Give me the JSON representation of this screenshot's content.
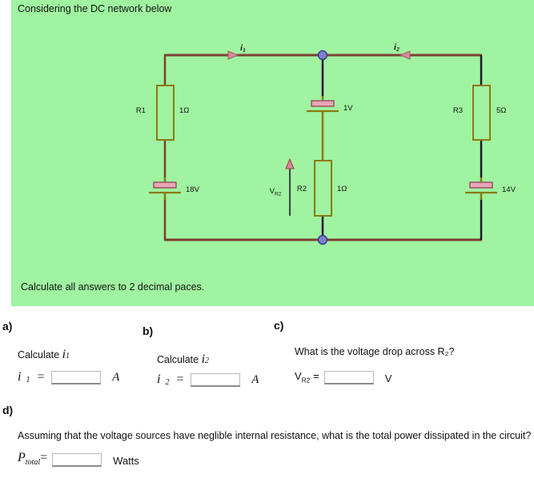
{
  "problem": {
    "intro": "Considering the DC network below",
    "note": "Calculate all answers to 2 decimal paces.",
    "panel_color": "#a0f3a0"
  },
  "circuit": {
    "wire_color": "#7b3f33",
    "component_color": "#8a7a14",
    "node_color": "#7b7fd0",
    "arrow_color": "#d98a9a",
    "components": [
      {
        "name": "R1",
        "label": "R1",
        "value": "1Ω",
        "type": "resistor"
      },
      {
        "name": "R2",
        "label": "R2",
        "value": "1Ω",
        "type": "resistor"
      },
      {
        "name": "R3",
        "label": "R3",
        "value": "5Ω",
        "type": "resistor"
      },
      {
        "name": "V1",
        "label": "18V",
        "value": "18V",
        "type": "battery"
      },
      {
        "name": "V2",
        "label": "1V",
        "value": "1V",
        "type": "battery"
      },
      {
        "name": "V3",
        "label": "14V",
        "value": "14V",
        "type": "battery"
      }
    ],
    "currents": [
      {
        "name": "i1",
        "label": "i",
        "sub": "1",
        "direction": "right"
      },
      {
        "name": "i2",
        "label": "i",
        "sub": "2",
        "direction": "left"
      }
    ],
    "voltage_arrow": {
      "name": "VR2",
      "label": "V",
      "sub": "R2",
      "direction": "up"
    }
  },
  "questions": [
    {
      "letter": "a)",
      "prompt_prefix": "Calculate ",
      "prompt_var": "i",
      "prompt_sub": "1",
      "answer_var": "i",
      "answer_sub": "1",
      "equals": "=",
      "value": "",
      "placeholder": "",
      "unit": "A"
    },
    {
      "letter": "b)",
      "prompt_prefix": "Calculate ",
      "prompt_var": "i",
      "prompt_sub": "2",
      "answer_var": "i",
      "answer_sub": "2",
      "equals": "=",
      "value": "",
      "placeholder": "",
      "unit": "A"
    },
    {
      "letter": "c)",
      "prompt_full": "What is the voltage drop across R₂?",
      "answer_var": "V",
      "answer_sub": "R2",
      "equals": "=",
      "value": "",
      "placeholder": "",
      "unit": "V"
    },
    {
      "letter": "d)",
      "prompt_full": "Assuming that the voltage sources have neglible internal resistance, what is the total power dissipated in the circuit?",
      "answer_var": "P",
      "answer_sub": "total",
      "equals": "=",
      "value": "",
      "placeholder": "",
      "unit": "Watts"
    }
  ]
}
